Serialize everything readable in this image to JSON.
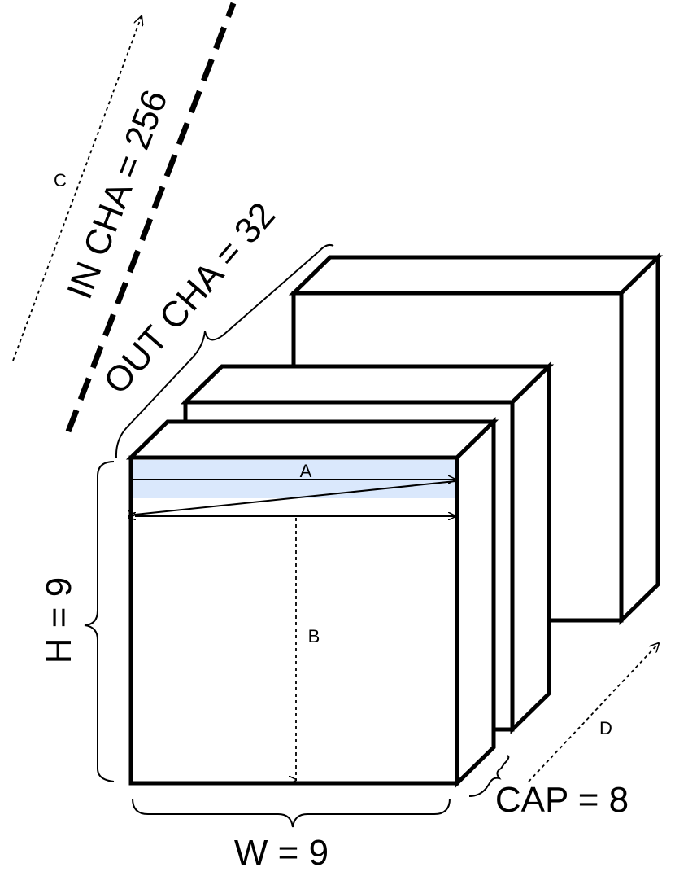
{
  "labels": {
    "in_channels": "IN CHA = 256",
    "out_channels": "OUT CHA = 32",
    "height": "H = 9",
    "width": "W = 9",
    "capsule": "CAP = 8",
    "arrow_a": "A",
    "arrow_b": "B",
    "arrow_c": "C",
    "arrow_d": "D"
  },
  "colors": {
    "highlight_row": "#dae8fc",
    "stroke": "#000000",
    "face": "#ffffff"
  }
}
